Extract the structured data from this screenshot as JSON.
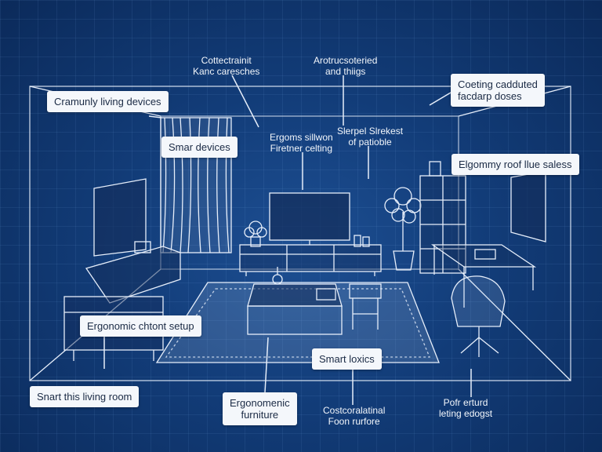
{
  "labels": {
    "top_left_caption": [
      "Cottectrainit",
      "Kanc caresches"
    ],
    "top_center_caption": [
      "Arotrucsoteried",
      "and thiigs"
    ],
    "top_right_box": [
      "Coeting cadduted",
      "facdarp doses"
    ],
    "left_box_1": "Cramunly living devices",
    "left_box_2": "Smar devices",
    "center_caption_1": [
      "Ergoms sillwon",
      "Firetner celting"
    ],
    "center_caption_2": [
      "Slerpel Slrekest",
      "of patioble"
    ],
    "right_box": "Elgommy roof llue saless",
    "ergonomic_box": "Ergonomic chtont setup",
    "smart_box": "Smart loxics",
    "bottom_left_box": "Snart this living room",
    "bottom_center_box": [
      "Ergonomenic",
      "furniture"
    ],
    "bottom_caption_1": [
      "Costcoralatinal",
      "Foon rurfore"
    ],
    "bottom_caption_2": [
      "Pofr erturd",
      "leting edogst"
    ]
  },
  "colors": {
    "background": "#123c78",
    "line": "#e6eefa",
    "box_fill": "#f4f7fb",
    "box_text": "#1a2a44"
  }
}
